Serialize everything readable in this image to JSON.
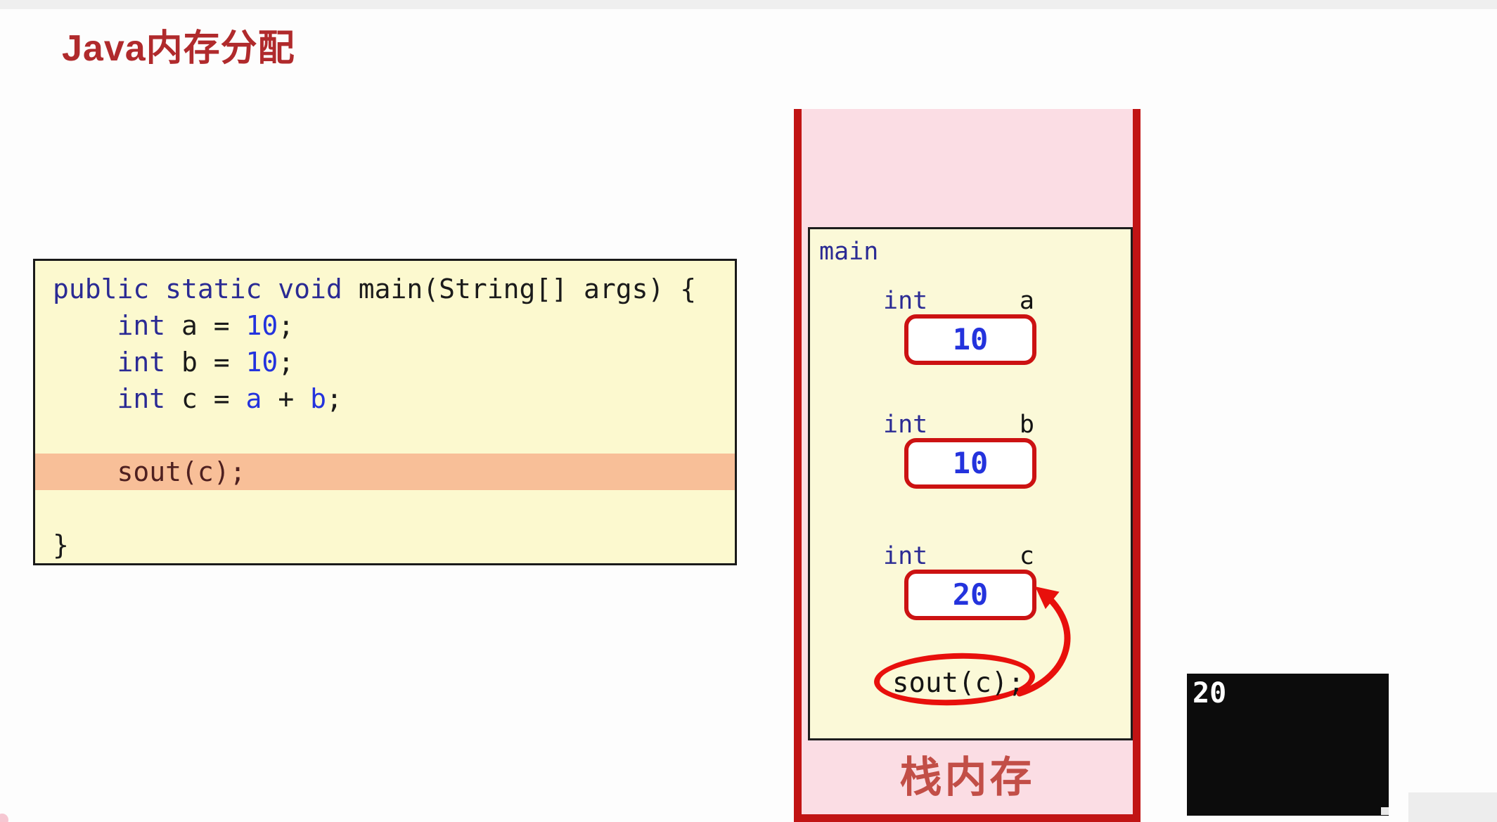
{
  "title": "Java内存分配",
  "colors": {
    "title_red": "#b02a2c",
    "panel_border_red": "#c11414",
    "panel_pink": "#fbdde4",
    "frame_yellow": "#fbf9d8",
    "code_yellow": "#fcf9cf",
    "highlight_orange": "#f8bf98",
    "keyword_navy": "#2b2b94",
    "literal_blue": "#2433dd",
    "sout_maroon": "#4e2020",
    "valuebox_border": "#cc1212",
    "annotation_red": "#e8100c",
    "caption_red": "#c24e47",
    "console_bg": "#0c0c0c",
    "console_text": "#ffffff"
  },
  "code_panel": {
    "lines": [
      {
        "highlight": false,
        "segments": [
          {
            "text": "public static void ",
            "style": "keyword"
          },
          {
            "text": "main(String[] args) {",
            "style": "plain"
          }
        ]
      },
      {
        "highlight": false,
        "segments": [
          {
            "text": "    ",
            "style": "plain"
          },
          {
            "text": "int",
            "style": "keyword"
          },
          {
            "text": " a = ",
            "style": "plain"
          },
          {
            "text": "10",
            "style": "literal"
          },
          {
            "text": ";",
            "style": "plain"
          }
        ]
      },
      {
        "highlight": false,
        "segments": [
          {
            "text": "    ",
            "style": "plain"
          },
          {
            "text": "int",
            "style": "keyword"
          },
          {
            "text": " b = ",
            "style": "plain"
          },
          {
            "text": "10",
            "style": "literal"
          },
          {
            "text": ";",
            "style": "plain"
          }
        ]
      },
      {
        "highlight": false,
        "segments": [
          {
            "text": "    ",
            "style": "plain"
          },
          {
            "text": "int",
            "style": "keyword"
          },
          {
            "text": " c = ",
            "style": "plain"
          },
          {
            "text": "a",
            "style": "literal"
          },
          {
            "text": " + ",
            "style": "plain"
          },
          {
            "text": "b",
            "style": "literal"
          },
          {
            "text": ";",
            "style": "plain"
          }
        ]
      },
      {
        "highlight": false,
        "segments": []
      },
      {
        "highlight": true,
        "segments": [
          {
            "text": "    ",
            "style": "plain"
          },
          {
            "text": "sout(c);",
            "style": "call"
          }
        ]
      },
      {
        "highlight": false,
        "segments": []
      },
      {
        "highlight": false,
        "segments": [
          {
            "text": "}",
            "style": "plain"
          }
        ]
      }
    ]
  },
  "stack_panel": {
    "frame_label": "main",
    "variables": [
      {
        "type": "int",
        "name": "a",
        "value": "10"
      },
      {
        "type": "int",
        "name": "b",
        "value": "10"
      },
      {
        "type": "int",
        "name": "c",
        "value": "20"
      }
    ],
    "statement": "sout(c);",
    "caption": "栈内存"
  },
  "console": {
    "output": "20"
  }
}
